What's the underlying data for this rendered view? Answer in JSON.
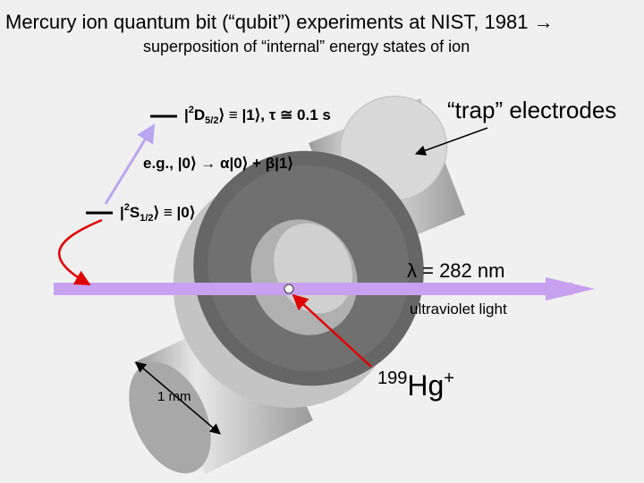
{
  "title": "Mercury ion quantum bit (“qubit”) experiments at NIST, 1981 →",
  "subtitle": "superposition of “internal” energy states of ion",
  "states": {
    "upper": {
      "prefix": "|",
      "sup": "2",
      "mid": "D",
      "sub": "5/2",
      "suffix": "⟩ ≡ |1⟩, τ ≅ 0.1 s"
    },
    "lower": {
      "prefix": "|",
      "sup": "2",
      "mid": "S",
      "sub": "1/2",
      "suffix": "⟩ ≡ |0⟩"
    }
  },
  "superposition": "e.g., |0⟩ → α|0⟩ + β|1⟩",
  "trap_label": "“trap” electrodes",
  "wavelength_label": "λ = 282 nm",
  "light_label": "ultraviolet light",
  "ion": {
    "mass": "199",
    "symbol": "Hg",
    "charge": "+"
  },
  "scale_label": "1 mm",
  "colors": {
    "background": "#f0f0f0",
    "beam": "#c8a0f0",
    "arrow_red": "#e00000",
    "arrow_purple": "#b9a6f0"
  }
}
